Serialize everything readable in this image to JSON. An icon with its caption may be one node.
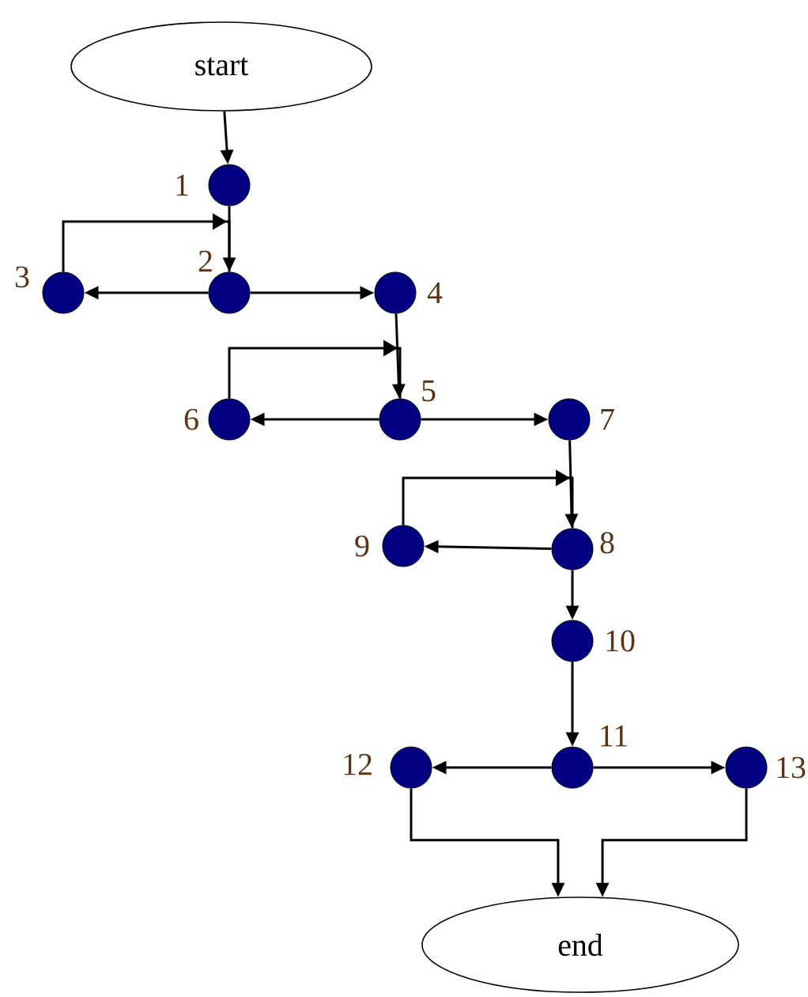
{
  "diagram": {
    "nodes": [
      {
        "text": [
          "start"
        ]
      },
      {
        "text": [],
        "shape": "circle",
        "beside": [
          "1"
        ]
      },
      {
        "text": [],
        "shape": "circle",
        "beside": [
          "2"
        ]
      },
      {
        "text": [],
        "shape": "circle",
        "beside": [
          "3"
        ]
      },
      {
        "text": [],
        "shape": "circle",
        "beside": [
          "4"
        ]
      },
      {
        "text": [],
        "shape": "circle",
        "beside": [
          "5"
        ]
      },
      {
        "text": [],
        "shape": "circle",
        "beside": [
          "6"
        ]
      },
      {
        "text": [],
        "shape": "circle",
        "beside": [
          "7"
        ]
      },
      {
        "text": [],
        "shape": "circle",
        "beside": [
          "8"
        ]
      },
      {
        "text": [],
        "shape": "circle",
        "beside": [
          "9"
        ]
      },
      {
        "text": [],
        "shape": "circle",
        "beside": [
          "10"
        ]
      },
      {
        "text": [],
        "shape": "circle",
        "beside": [
          "11"
        ]
      },
      {
        "text": [],
        "shape": "circle",
        "beside": [
          "12"
        ]
      },
      {
        "text": [],
        "shape": "circle",
        "beside": [
          "13"
        ]
      },
      {
        "text": [
          "end"
        ]
      }
    ],
    "edges": [
      {
        "from": 0,
        "to": 1,
        "arrow": "to"
      },
      {
        "from": 1,
        "to": 2,
        "arrow": "to"
      },
      {
        "from": 2,
        "to": 3,
        "arrow": "to"
      },
      {
        "from": 3,
        "to": 2,
        "arrow": "to"
      },
      {
        "from": 2,
        "to": 4,
        "arrow": "to"
      },
      {
        "from": 4,
        "to": 5,
        "arrow": "to"
      },
      {
        "from": 5,
        "to": 6,
        "arrow": "to"
      },
      {
        "from": 6,
        "to": 5,
        "arrow": "to"
      },
      {
        "from": 5,
        "to": 7,
        "arrow": "to"
      },
      {
        "from": 7,
        "to": 8,
        "arrow": "to"
      },
      {
        "from": 8,
        "to": 9,
        "arrow": "to"
      },
      {
        "from": 9,
        "to": 8,
        "arrow": "to"
      },
      {
        "from": 8,
        "to": 10,
        "arrow": "to"
      },
      {
        "from": 10,
        "to": 11,
        "arrow": "to"
      },
      {
        "from": 11,
        "to": 12,
        "arrow": "to"
      },
      {
        "from": 11,
        "to": 13,
        "arrow": "to"
      },
      {
        "from": 12,
        "to": 14,
        "arrow": "to"
      },
      {
        "from": 13,
        "to": 14,
        "arrow": "to"
      }
    ]
  }
}
